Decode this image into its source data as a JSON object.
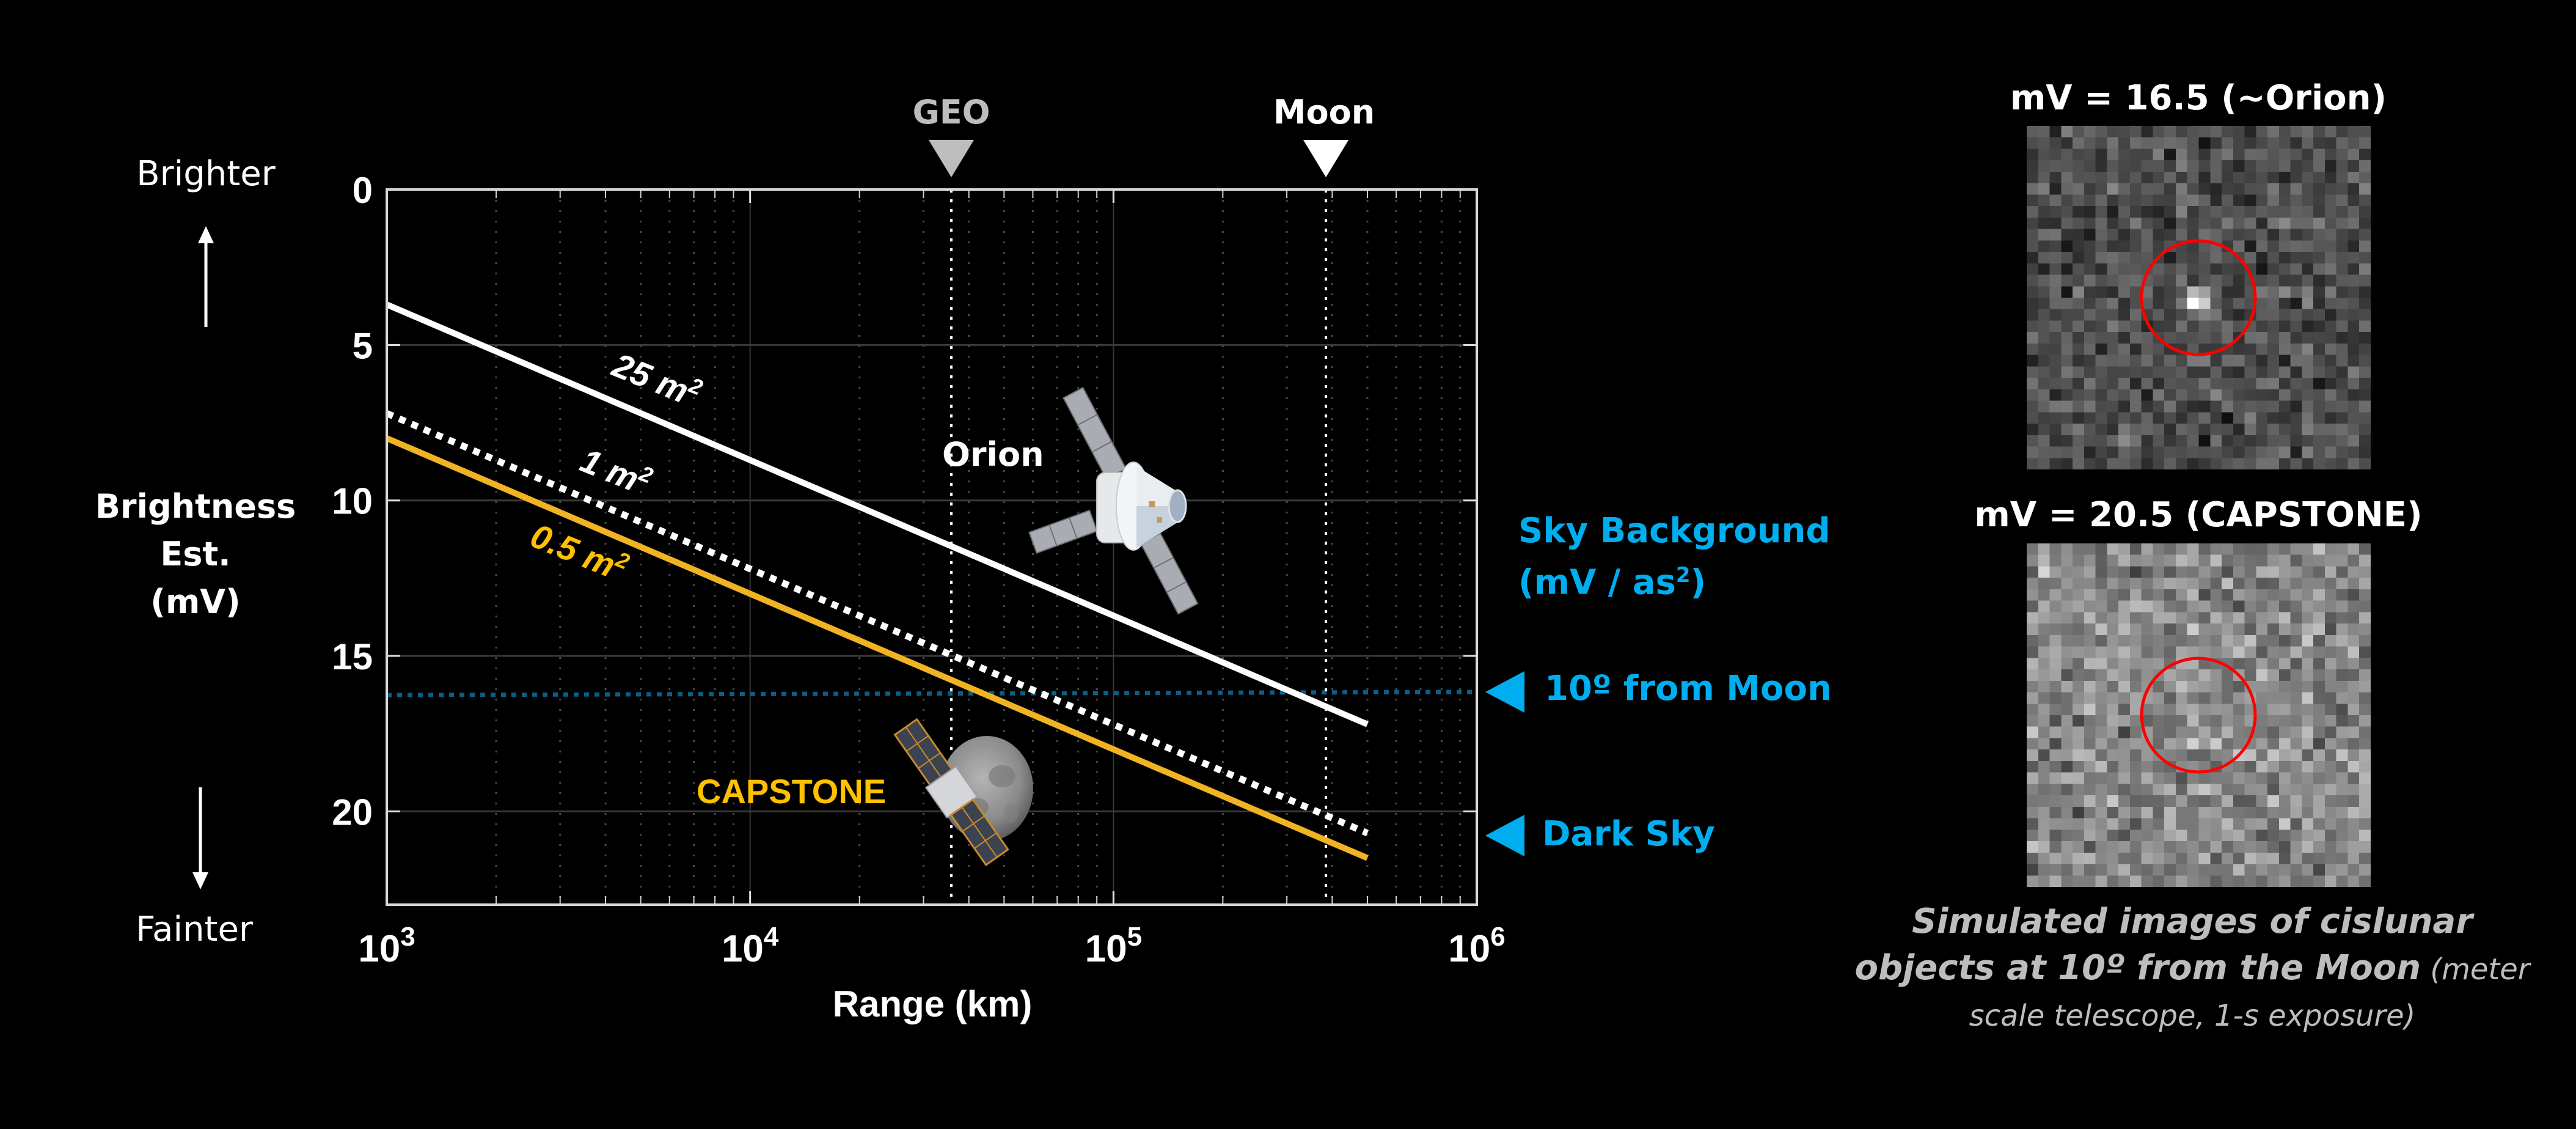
{
  "chart_data": {
    "type": "line",
    "title": "",
    "xlabel": "Range (km)",
    "ylabel": "Brightness Est. (mV)",
    "xscale": "log",
    "xlim": [
      1000,
      1000000
    ],
    "ylim": [
      0,
      23
    ],
    "y_inverted": true,
    "x_ticks": [
      {
        "value": 1000,
        "base": "10",
        "exp": "3"
      },
      {
        "value": 10000,
        "base": "10",
        "exp": "4"
      },
      {
        "value": 100000,
        "base": "10",
        "exp": "5"
      },
      {
        "value": 1000000,
        "base": "10",
        "exp": "6"
      }
    ],
    "y_ticks": [
      0,
      5,
      10,
      15,
      20
    ],
    "grid": true,
    "series": [
      {
        "name": "25 m²",
        "label": "25 m",
        "color": "#FFFFFF",
        "style": "solid",
        "x": [
          1000,
          500000
        ],
        "values": [
          3.7,
          17.2
        ]
      },
      {
        "name": "1 m²",
        "label": "1 m",
        "color": "#FFFFFF",
        "style": "dotted",
        "x": [
          1000,
          500000
        ],
        "values": [
          7.2,
          20.7
        ]
      },
      {
        "name": "0.5 m²",
        "label": "0.5 m",
        "color": "#F0B323",
        "label_color": "#FFC000",
        "style": "solid",
        "x": [
          1000,
          500000
        ],
        "values": [
          8.0,
          21.5
        ]
      }
    ],
    "reference_lines": [
      {
        "name": "10° from Moon sky background",
        "axis": "y",
        "value": 16.2,
        "color": "#0B5E86",
        "style": "dotted"
      },
      {
        "name": "GEO",
        "axis": "x",
        "value": 35786,
        "color": "#FFFFFF",
        "style": "dotted"
      },
      {
        "name": "Moon",
        "axis": "x",
        "value": 384400,
        "color": "#FFFFFF",
        "style": "dotted"
      }
    ],
    "annotations": [
      {
        "text": "GEO",
        "x": 35786,
        "color": "#BDBDBD",
        "marker": "down-triangle"
      },
      {
        "text": "Moon",
        "x": 384400,
        "color": "#FFFFFF",
        "marker": "down-triangle"
      },
      {
        "text": "Orion",
        "note": "spacecraft illustration"
      },
      {
        "text": "CAPSTONE",
        "note": "spacecraft + Moon illustration",
        "color": "#FFC000"
      },
      {
        "text": "10º from Moon",
        "y": 16.2,
        "color": "#00AEEF",
        "marker": "left-triangle"
      },
      {
        "text": "Dark Sky",
        "y": 20.8,
        "color": "#00AEEF",
        "marker": "left-triangle"
      }
    ]
  },
  "labels": {
    "brighter": "Brighter",
    "fainter": "Fainter",
    "ylabel_lines": [
      "Brightness",
      "Est.",
      "(mV)"
    ],
    "xlabel": "Range (km)",
    "geo": "GEO",
    "moon": "Moon",
    "orion": "Orion",
    "capstone": "CAPSTONE",
    "sky_title": "Sky Background",
    "sky_units_pre": "(mV / as",
    "sky_units_sup": "2",
    "sky_units_post": ")",
    "ten_from_moon": "10º from Moon",
    "dark_sky": "Dark Sky",
    "sup2": "2"
  },
  "panels": {
    "orion": {
      "title": "mV = 16.5 (~Orion)",
      "mean_gray": 80,
      "spread": 34,
      "signal": true,
      "seed": 7
    },
    "capstone": {
      "title": "mV = 20.5 (CAPSTONE)",
      "mean_gray": 136,
      "spread": 40,
      "signal": false,
      "seed": 23
    },
    "circle_color": "#FF0000"
  },
  "caption": {
    "line1": "Simulated images of cislunar",
    "line2_bold": "objects at 10º from the Moon",
    "line2_small": " (meter",
    "line3": "scale telescope, 1-s exposure)"
  }
}
